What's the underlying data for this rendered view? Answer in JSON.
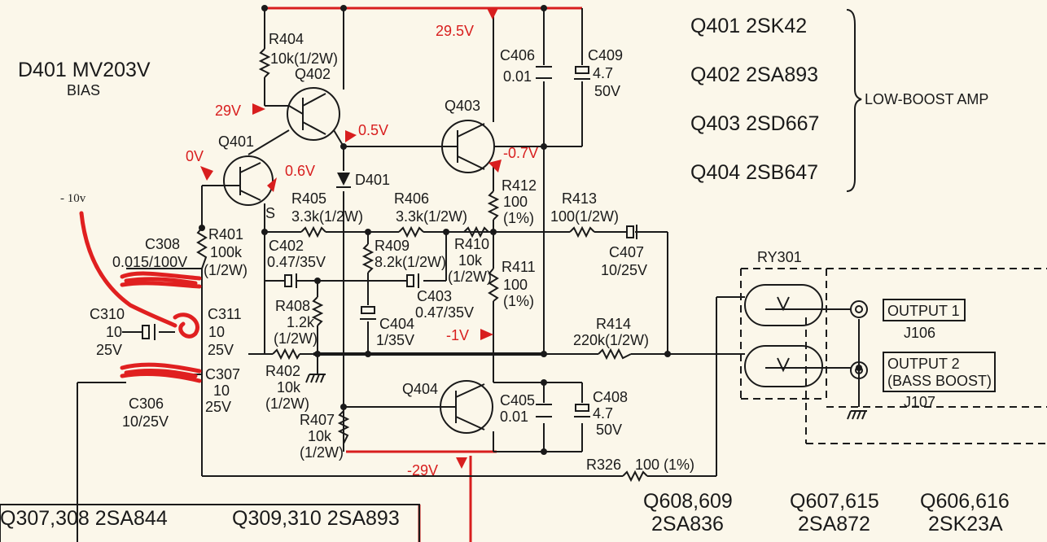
{
  "labels": {
    "d401_title": "D401 MV203V",
    "d401_bias": "BIAS",
    "q401_list": "Q401 2SK42",
    "q402_list": "Q402 2SA893",
    "q403_list": "Q403 2SD667",
    "q404_list": "Q404 2SB647",
    "low_boost_amp": "LOW-BOOST AMP",
    "r404": "R404",
    "r404_val": "10k(1/2W)",
    "q402": "Q402",
    "q401": "Q401",
    "q403": "Q403",
    "q404": "Q404",
    "c406": "C406",
    "c406_val": "0.01",
    "c409": "C409",
    "c409_val1": "4.7",
    "c409_val2": "50V",
    "d401": "D401",
    "r405": "R405",
    "r405_val": "3.3k(1/2W)",
    "r406": "R406",
    "r406_val": "3.3k(1/2W)",
    "r412": "R412",
    "r412_val1": "100",
    "r412_val2": "(1%)",
    "r413": "R413",
    "r413_val": "100(1/2W)",
    "c308": "C308",
    "c308_val": "0.015/100V",
    "r401": "R401",
    "r401_val1": "100k",
    "r401_val2": "(1/2W)",
    "c402": "C402",
    "c402_val": "0.47/35V",
    "r409": "R409",
    "r409_val": "8.2k(1/2W)",
    "r410": "R410",
    "r410_val1": "10k",
    "r410_val2": "(1/2W)",
    "r411": "R411",
    "r411_val1": "100",
    "r411_val2": "(1%)",
    "c407": "C407",
    "c407_val": "10/25V",
    "c403": "C403",
    "c403_val": "0.47/35V",
    "r408": "R408",
    "r408_val1": "1.2k",
    "r408_val2": "(1/2W)",
    "c404": "C404",
    "c404_val": "1/35V",
    "c310": "C310",
    "c310_val1": "10",
    "c310_val2": "25V",
    "c311": "C311",
    "c311_val1": "10",
    "c311_val2": "25V",
    "r414": "R414",
    "r414_val": "220k(1/2W)",
    "r402": "R402",
    "r402_val1": "10k",
    "r402_val2": "(1/2W)",
    "c307": "C307",
    "c307_val1": "10",
    "c307_val2": "25V",
    "c306": "C306",
    "c306_val": "10/25V",
    "c405": "C405",
    "c405_val": "0.01",
    "c408": "C408",
    "c408_val1": "4.7",
    "c408_val2": "50V",
    "r407": "R407",
    "r407_val1": "10k",
    "r407_val2": "(1/2W)",
    "ry301": "RY301",
    "output1": "OUTPUT 1",
    "j106": "J106",
    "output2_line1": "OUTPUT 2",
    "output2_line2": "(BASS BOOST)",
    "j107": "J107",
    "r326": "R326",
    "r326_val": "100 (1%)",
    "s_label": "S",
    "bottom_q307": "Q307,308 2SA844",
    "bottom_q309": "Q309,310 2SA893",
    "bottom_q608": "Q608,609",
    "bottom_q608_part": "2SA836",
    "bottom_q607": "Q607,615",
    "bottom_q607_part": "2SA872",
    "bottom_q606": "Q606,616",
    "bottom_q606_part": "2SK23A"
  },
  "voltages": {
    "v_29_5": "29.5V",
    "v_29": "29V",
    "v_0_5": "0.5V",
    "v_0": "0V",
    "v_0_6": "0.6V",
    "v_neg0_7": "-0.7V",
    "v_neg1": "-1V",
    "v_neg29": "-29V"
  },
  "annotation": {
    "handwritten_note": "- 10v"
  },
  "colors": {
    "supply_line": "#d81e1e",
    "voltage_marker": "#d81e1e",
    "ink": "#1a1a1a",
    "paper": "#fbf7ea"
  }
}
